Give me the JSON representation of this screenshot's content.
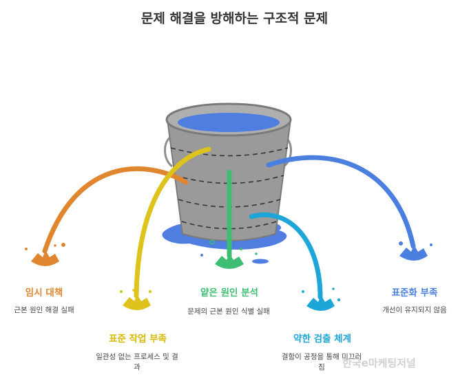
{
  "title": "문제 해결을 방해하는 구조적 문제",
  "items": [
    {
      "label": "임시 대책",
      "description": "근본 원인 해결 실패",
      "color": "#E0862F"
    },
    {
      "label": "표준 작업 부족",
      "description": "일관성 없는 프로세스 및 결과",
      "color": "#DDC31B"
    },
    {
      "label": "얕은 원인 분석",
      "description": "문제의 근본 원인 식별 실패",
      "color": "#3DBE72"
    },
    {
      "label": "약한 검출 체계",
      "description": "결함이 공정을 통해 미끄러짐",
      "color": "#1FA6D8"
    },
    {
      "label": "표준화 부족",
      "description": "개선이 유지되지 않음",
      "color": "#4A7FE0"
    }
  ],
  "watermark": "한국e마케팅저널",
  "colors": {
    "bucket": "#9A9A9A",
    "water": "#4F7DE0",
    "title": "#333333"
  }
}
